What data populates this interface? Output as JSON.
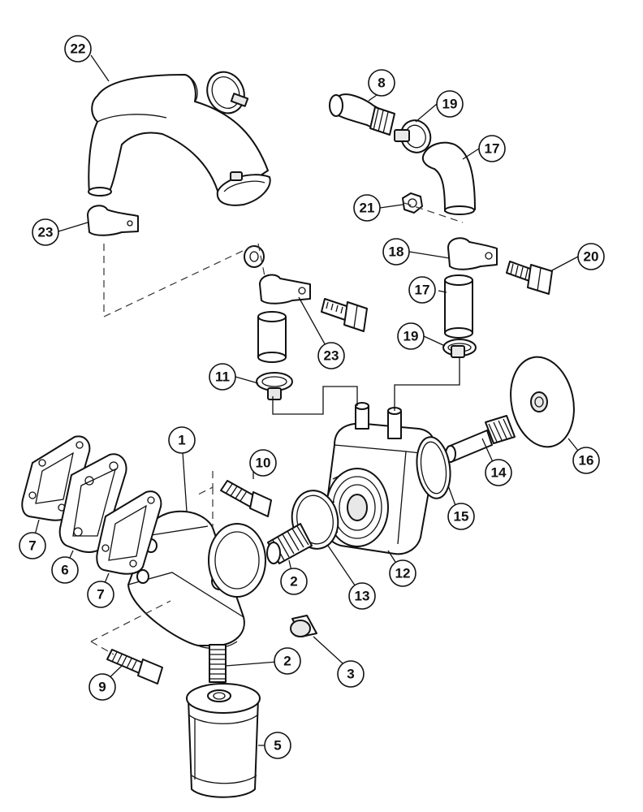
{
  "callouts": [
    {
      "id": "c1",
      "label": "1"
    },
    {
      "id": "c2a",
      "label": "2"
    },
    {
      "id": "c2b",
      "label": "2"
    },
    {
      "id": "c3",
      "label": "3"
    },
    {
      "id": "c5",
      "label": "5"
    },
    {
      "id": "c6",
      "label": "6"
    },
    {
      "id": "c7a",
      "label": "7"
    },
    {
      "id": "c7b",
      "label": "7"
    },
    {
      "id": "c8",
      "label": "8"
    },
    {
      "id": "c9",
      "label": "9"
    },
    {
      "id": "c10",
      "label": "10"
    },
    {
      "id": "c11",
      "label": "11"
    },
    {
      "id": "c12",
      "label": "12"
    },
    {
      "id": "c13",
      "label": "13"
    },
    {
      "id": "c14",
      "label": "14"
    },
    {
      "id": "c15",
      "label": "15"
    },
    {
      "id": "c16",
      "label": "16"
    },
    {
      "id": "c17a",
      "label": "17"
    },
    {
      "id": "c17b",
      "label": "17"
    },
    {
      "id": "c18",
      "label": "18"
    },
    {
      "id": "c19a",
      "label": "19"
    },
    {
      "id": "c19b",
      "label": "19"
    },
    {
      "id": "c20",
      "label": "20"
    },
    {
      "id": "c21",
      "label": "21"
    },
    {
      "id": "c22",
      "label": "22"
    },
    {
      "id": "c23a",
      "label": "23"
    },
    {
      "id": "c23b",
      "label": "23"
    }
  ]
}
